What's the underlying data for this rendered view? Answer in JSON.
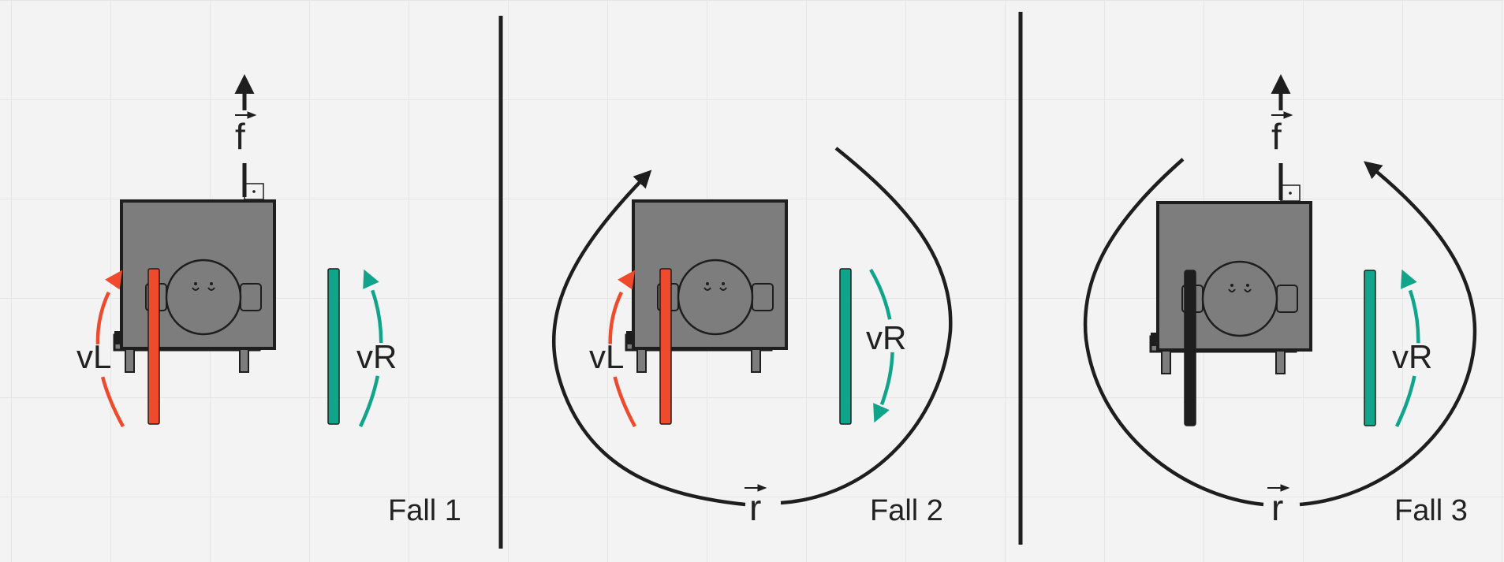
{
  "colors": {
    "left_wheel": "#ee4a2b",
    "right_wheel": "#10a58a",
    "body": "#7d7d7d",
    "stroke": "#1e1e1e",
    "stopped_wheel": "#1e1e1e"
  },
  "vector_f": "f",
  "vector_r": "r",
  "panels": [
    {
      "caption": "Fall 1",
      "left_speed": "vL",
      "right_speed": "vR"
    },
    {
      "caption": "Fall 2",
      "left_speed": "vL",
      "right_speed": "vR"
    },
    {
      "caption": "Fall 3",
      "right_speed": "vR"
    }
  ]
}
